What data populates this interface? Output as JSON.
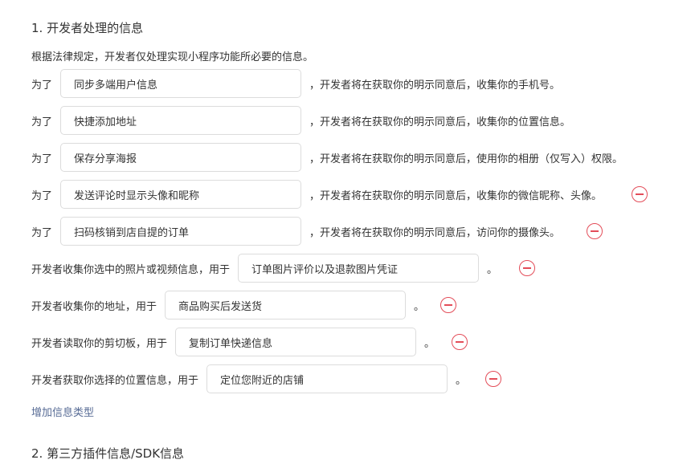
{
  "section1": {
    "title": "1.  开发者处理的信息",
    "intro": "根据法律规定，开发者仅处理实现小程序功能所必要的信息。"
  },
  "purpose_rows": [
    {
      "prefix": "为了",
      "value": "同步多端用户信息",
      "suffix": "，开发者将在获取你的明示同意后，收集你的手机号。"
    },
    {
      "prefix": "为了",
      "value": "快捷添加地址",
      "suffix": "，开发者将在获取你的明示同意后，收集你的位置信息。"
    },
    {
      "prefix": "为了",
      "value": "保存分享海报",
      "suffix": "，开发者将在获取你的明示同意后，使用你的相册（仅写入）权限。"
    },
    {
      "prefix": "为了",
      "value": "发送评论时显示头像和昵称",
      "suffix": "，开发者将在获取你的明示同意后，收集你的微信昵称、头像。"
    },
    {
      "prefix": "为了",
      "value": "扫码核销到店自提的订单",
      "suffix": "，开发者将在获取你的明示同意后，访问你的摄像头。"
    }
  ],
  "use_rows": [
    {
      "prefix": "开发者收集你选中的照片或视频信息，用于",
      "value": "订单图片评价以及退款图片凭证",
      "suffix": "。"
    },
    {
      "prefix": "开发者收集你的地址，用于",
      "value": "商品购买后发送货",
      "suffix": "。"
    },
    {
      "prefix": "开发者读取你的剪切板，用于",
      "value": "复制订单快递信息",
      "suffix": "。"
    },
    {
      "prefix": "开发者获取你选择的位置信息，用于",
      "value": "定位您附近的店铺",
      "suffix": "。"
    }
  ],
  "add_link": "增加信息类型",
  "section2": {
    "title": "2.  第三方插件信息/SDK信息"
  },
  "colors": {
    "remove": "#e34d59",
    "link": "#576b95",
    "border": "#dcdcdc"
  }
}
